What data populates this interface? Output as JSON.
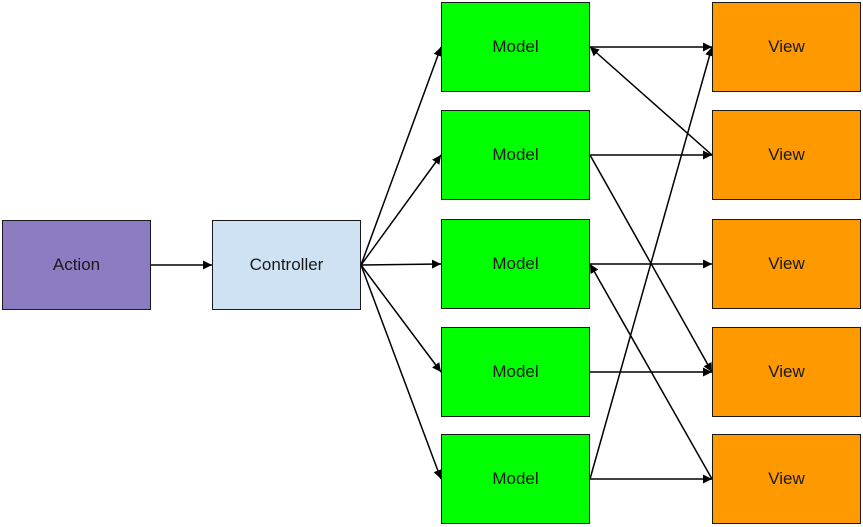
{
  "colors": {
    "action": "#8e7cc3",
    "controller": "#cfe2f3",
    "model": "#00ff00",
    "view": "#ff9900",
    "edge": "#000000"
  },
  "action": {
    "label": "Action"
  },
  "controller": {
    "label": "Controller"
  },
  "models": [
    {
      "label": "Model"
    },
    {
      "label": "Model"
    },
    {
      "label": "Model"
    },
    {
      "label": "Model"
    },
    {
      "label": "Model"
    }
  ],
  "views": [
    {
      "label": "View"
    },
    {
      "label": "View"
    },
    {
      "label": "View"
    },
    {
      "label": "View"
    },
    {
      "label": "View"
    }
  ],
  "edges": [
    {
      "from": "action",
      "to": "controller"
    },
    {
      "from": "controller",
      "to": "m0"
    },
    {
      "from": "controller",
      "to": "m1"
    },
    {
      "from": "controller",
      "to": "m2"
    },
    {
      "from": "controller",
      "to": "m3"
    },
    {
      "from": "controller",
      "to": "m4"
    },
    {
      "from": "m0",
      "to": "v0"
    },
    {
      "from": "v1",
      "to": "m0"
    },
    {
      "from": "m1",
      "to": "v1"
    },
    {
      "from": "m1",
      "to": "v3"
    },
    {
      "from": "m2",
      "to": "v2"
    },
    {
      "from": "v4",
      "to": "m2"
    },
    {
      "from": "m3",
      "to": "v3"
    },
    {
      "from": "m4",
      "to": "v0"
    },
    {
      "from": "m4",
      "to": "v4"
    }
  ]
}
